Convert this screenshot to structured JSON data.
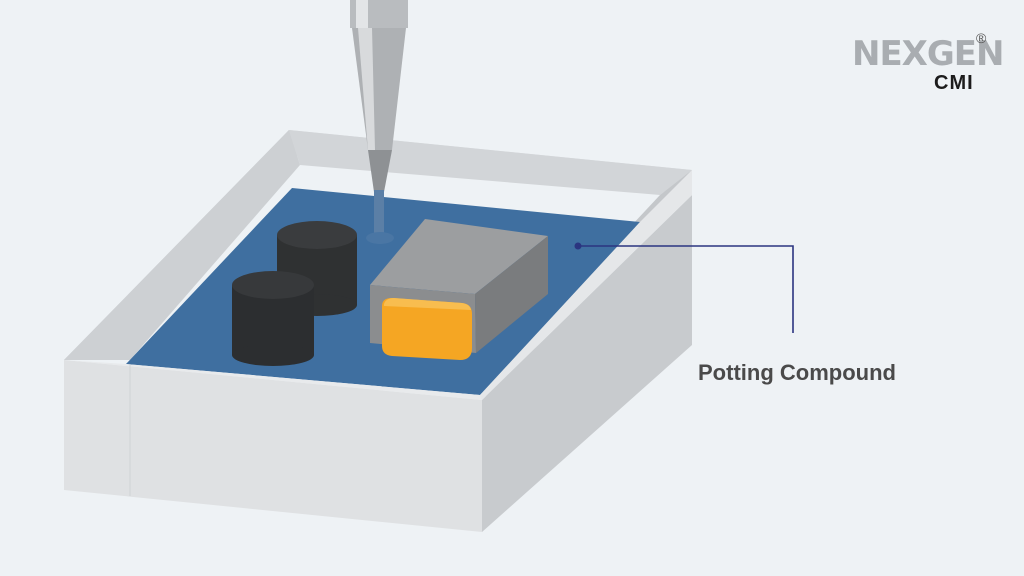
{
  "diagram": {
    "callout_label": "Potting Compound"
  },
  "logo": {
    "wordmark": "NEXGEN",
    "registered_mark": "®",
    "subtext": "CMI"
  },
  "colors": {
    "background": "#eef2f5",
    "potting_compound": "#3f6fa0",
    "enclosure": "#d6d9dc",
    "callout_line": "#2b3580",
    "cylinder": "#2f3132",
    "block": "#8f9192",
    "orange_part": "#f5a623",
    "needle": "#b5b8bb"
  }
}
